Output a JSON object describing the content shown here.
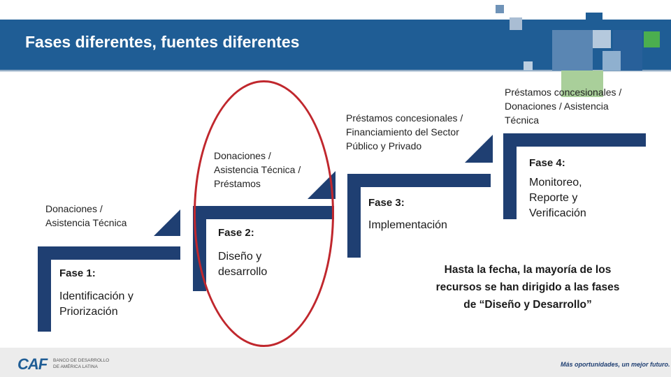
{
  "slide": {
    "title": "Fases diferentes, fuentes diferentes"
  },
  "phases": [
    {
      "label": "Fase 1:",
      "name_line1": "Identificación  y",
      "name_line2": "Priorización",
      "source_line1": "Donaciones /",
      "source_line2": "Asistencia Técnica",
      "source_line3": ""
    },
    {
      "label": "Fase 2:",
      "name_line1": "Diseño y",
      "name_line2": "desarrollo",
      "source_line1": "Donaciones /",
      "source_line2": "Asistencia Técnica /",
      "source_line3": "Préstamos"
    },
    {
      "label": "Fase 3:",
      "name_line1": "Implementación",
      "name_line2": "",
      "source_line1": "Préstamos concesionales /",
      "source_line2": "Financiamiento del Sector",
      "source_line3": "Público y Privado"
    },
    {
      "label": "Fase 4:",
      "name_line1": "Monitoreo,",
      "name_line2": "Reporte  y",
      "name_line3": "Verificación",
      "source_line1": "Préstamos concesionales /",
      "source_line2": "Donaciones / Asistencia",
      "source_line3": "Técnica"
    }
  ],
  "note": {
    "line1": "Hasta la fecha, la mayoría de los",
    "line2": "recursos se  han dirigido a las fases",
    "line3": "de “Diseño y Desarrollo”"
  },
  "footer": {
    "logo": "CAF",
    "logo_line1": "BANCO DE DESARROLLO",
    "logo_line2": "DE AMÉRICA LATINA",
    "slogan": "Más oportunidades, un mejor futuro."
  },
  "colors": {
    "header": "#1f5d95",
    "step": "#1f3f72",
    "highlight": "#c0272d",
    "accent_green": "#4bae4f"
  }
}
